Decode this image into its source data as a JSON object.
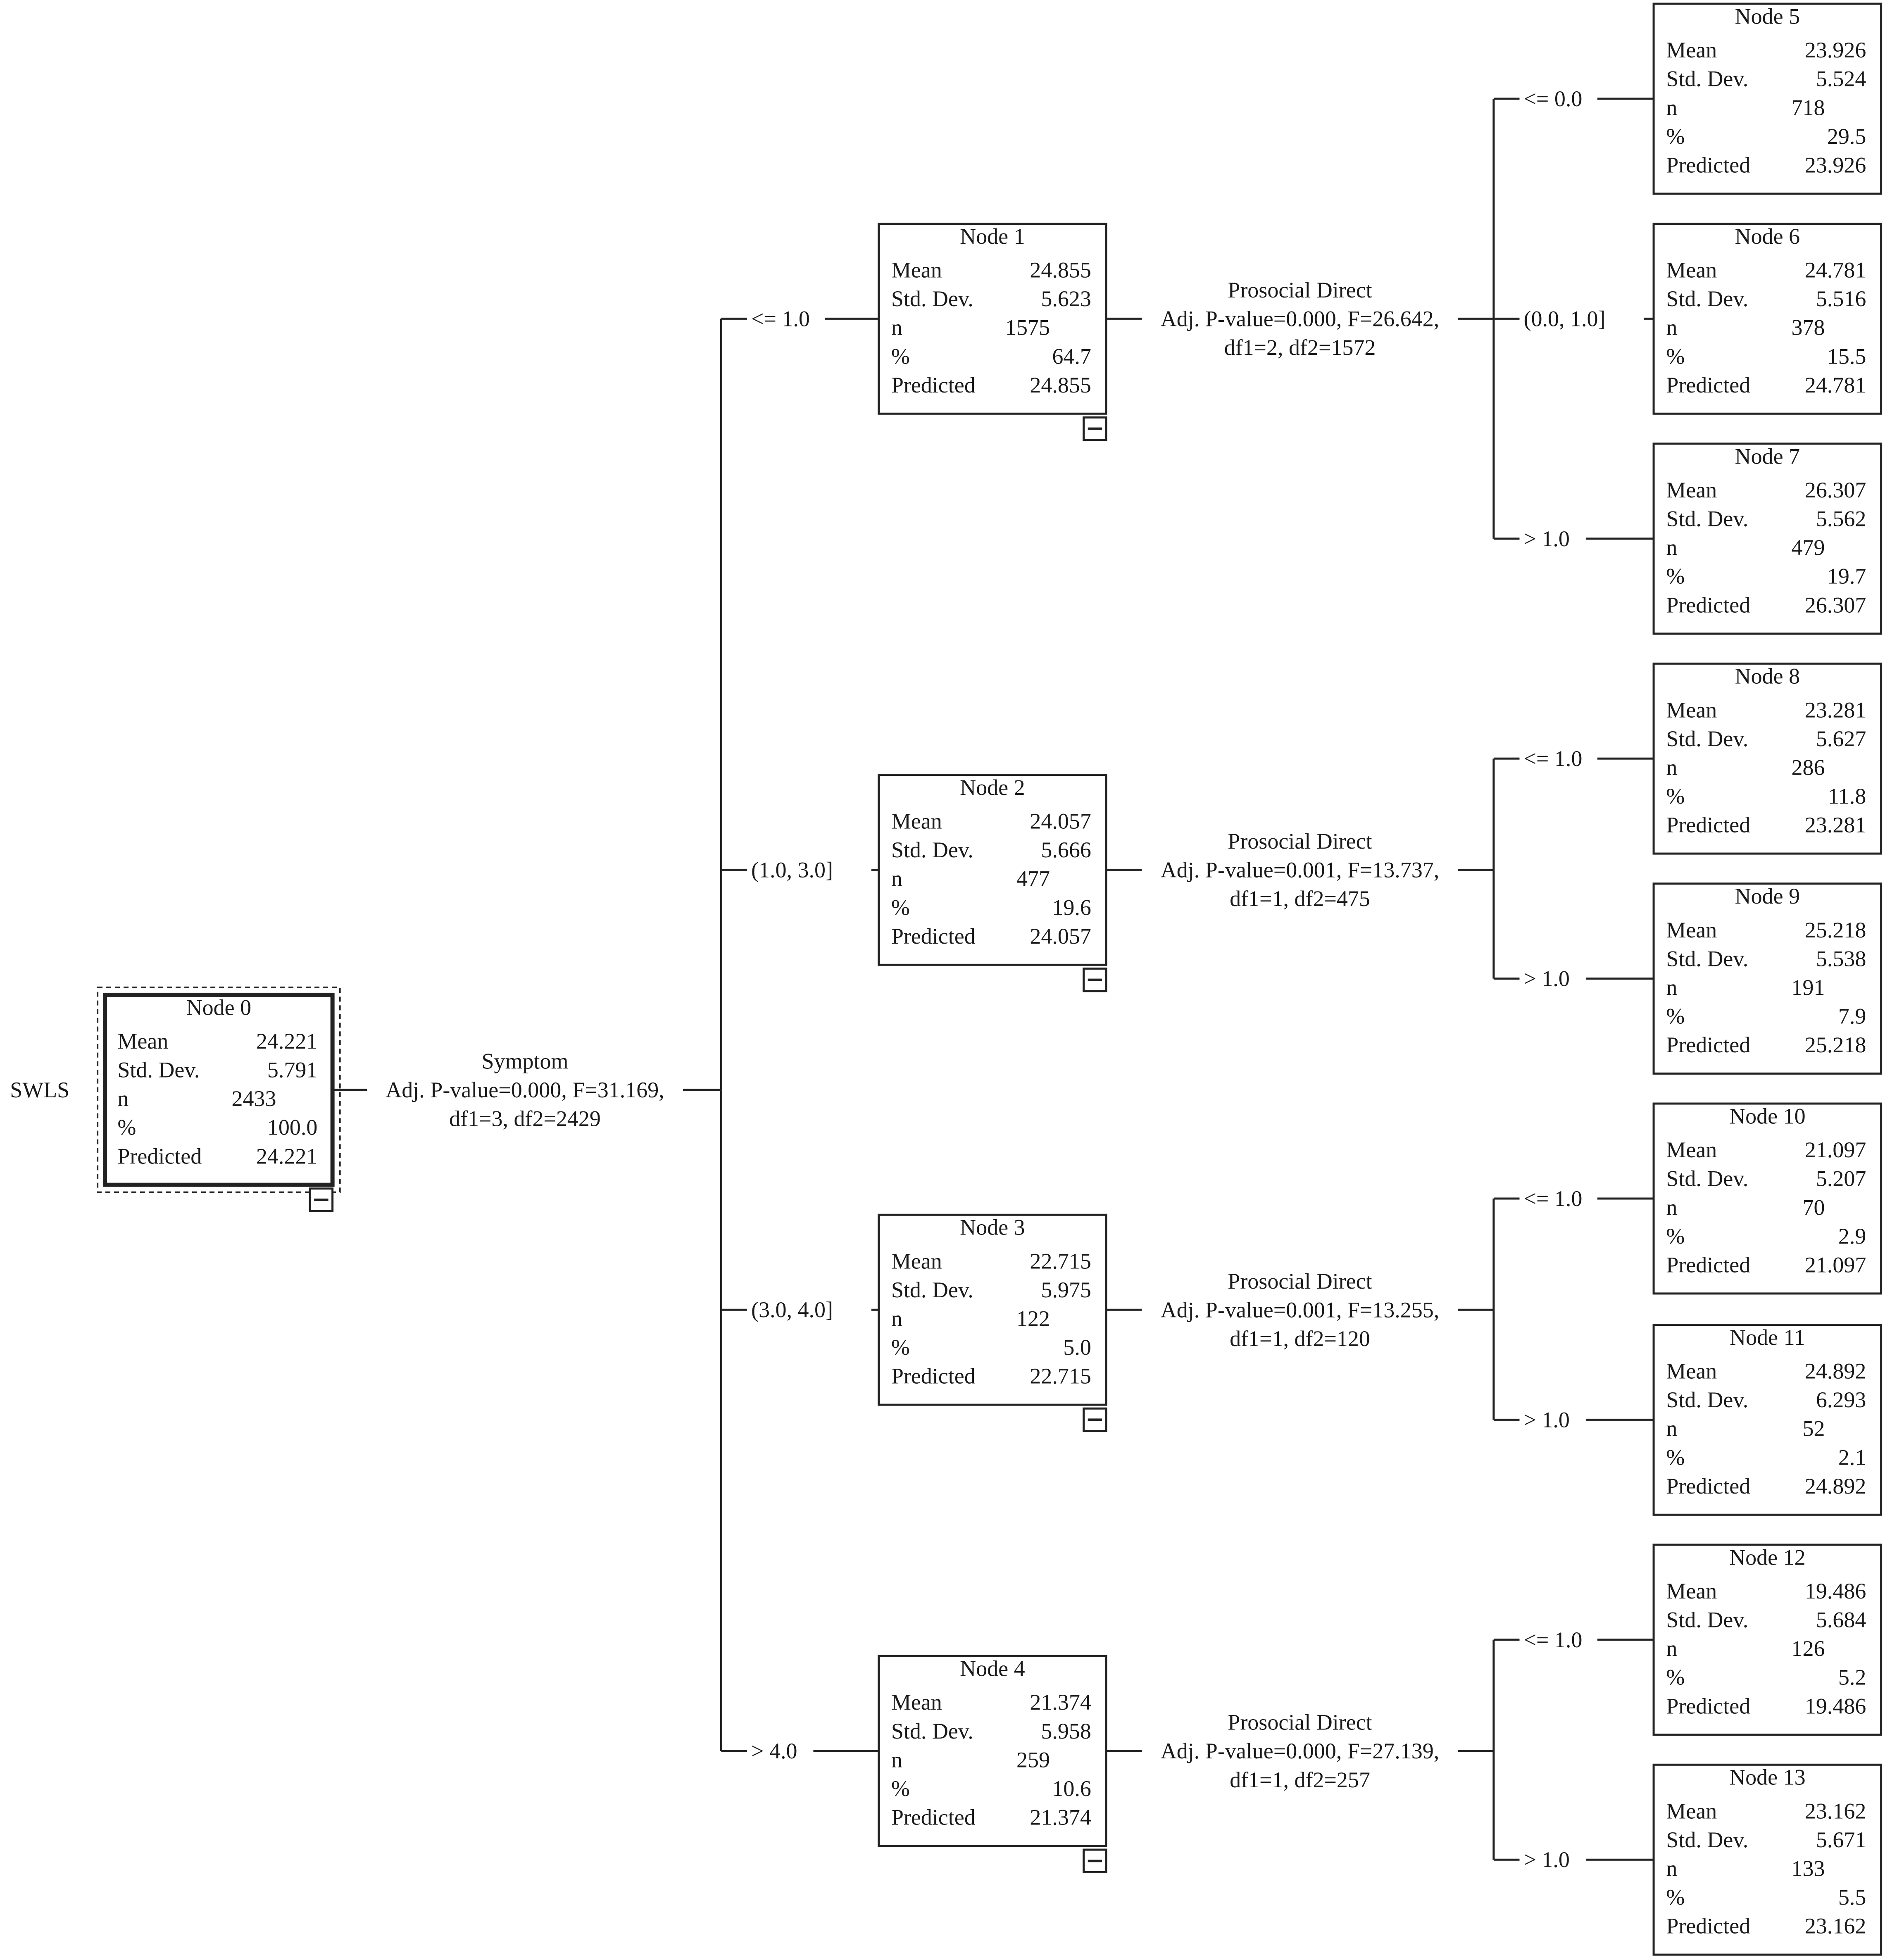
{
  "target": {
    "label": "SWLS"
  },
  "row_labels": {
    "mean": "Mean",
    "sd": "Std. Dev.",
    "n": "n",
    "pct": "%",
    "pred": "Predicted"
  },
  "collapse_glyph": "−",
  "splits": [
    {
      "id": "s0",
      "parent": "n0",
      "variable": "Symptom",
      "stat_line1": "Adj. P-value=0.000, F=31.169,",
      "stat_line2": "df1=3, df2=2429"
    },
    {
      "id": "s1",
      "parent": "n1",
      "variable": "Prosocial Direct",
      "stat_line1": "Adj. P-value=0.000, F=26.642,",
      "stat_line2": "df1=2, df2=1572"
    },
    {
      "id": "s2",
      "parent": "n2",
      "variable": "Prosocial Direct",
      "stat_line1": "Adj. P-value=0.001, F=13.737,",
      "stat_line2": "df1=1, df2=475"
    },
    {
      "id": "s3",
      "parent": "n3",
      "variable": "Prosocial Direct",
      "stat_line1": "Adj. P-value=0.001, F=13.255,",
      "stat_line2": "df1=1, df2=120"
    },
    {
      "id": "s4",
      "parent": "n4",
      "variable": "Prosocial Direct",
      "stat_line1": "Adj. P-value=0.000, F=27.139,",
      "stat_line2": "df1=1, df2=257"
    }
  ],
  "nodes": [
    {
      "id": "n0",
      "title": "Node 0",
      "mean": "24.221",
      "sd": "5.791",
      "n": "2433",
      "pct": "100.0",
      "pred": "24.221",
      "collapsible": true,
      "selected": true
    },
    {
      "id": "n1",
      "title": "Node 1",
      "parent_split": "s0",
      "edge": "<= 1.0",
      "mean": "24.855",
      "sd": "5.623",
      "n": "1575",
      "pct": "64.7",
      "pred": "24.855",
      "collapsible": true
    },
    {
      "id": "n2",
      "title": "Node 2",
      "parent_split": "s0",
      "edge": "(1.0, 3.0]",
      "mean": "24.057",
      "sd": "5.666",
      "n": "477",
      "pct": "19.6",
      "pred": "24.057",
      "collapsible": true
    },
    {
      "id": "n3",
      "title": "Node 3",
      "parent_split": "s0",
      "edge": "(3.0, 4.0]",
      "mean": "22.715",
      "sd": "5.975",
      "n": "122",
      "pct": "5.0",
      "pred": "22.715",
      "collapsible": true
    },
    {
      "id": "n4",
      "title": "Node 4",
      "parent_split": "s0",
      "edge": "> 4.0",
      "mean": "21.374",
      "sd": "5.958",
      "n": "259",
      "pct": "10.6",
      "pred": "21.374",
      "collapsible": true
    },
    {
      "id": "n5",
      "title": "Node 5",
      "parent_split": "s1",
      "edge": "<= 0.0",
      "mean": "23.926",
      "sd": "5.524",
      "n": "718",
      "pct": "29.5",
      "pred": "23.926"
    },
    {
      "id": "n6",
      "title": "Node 6",
      "parent_split": "s1",
      "edge": "(0.0, 1.0]",
      "mean": "24.781",
      "sd": "5.516",
      "n": "378",
      "pct": "15.5",
      "pred": "24.781"
    },
    {
      "id": "n7",
      "title": "Node 7",
      "parent_split": "s1",
      "edge": "> 1.0",
      "mean": "26.307",
      "sd": "5.562",
      "n": "479",
      "pct": "19.7",
      "pred": "26.307"
    },
    {
      "id": "n8",
      "title": "Node 8",
      "parent_split": "s2",
      "edge": "<= 1.0",
      "mean": "23.281",
      "sd": "5.627",
      "n": "286",
      "pct": "11.8",
      "pred": "23.281"
    },
    {
      "id": "n9",
      "title": "Node 9",
      "parent_split": "s2",
      "edge": "> 1.0",
      "mean": "25.218",
      "sd": "5.538",
      "n": "191",
      "pct": "7.9",
      "pred": "25.218"
    },
    {
      "id": "n10",
      "title": "Node 10",
      "parent_split": "s3",
      "edge": "<= 1.0",
      "mean": "21.097",
      "sd": "5.207",
      "n": "70",
      "pct": "2.9",
      "pred": "21.097"
    },
    {
      "id": "n11",
      "title": "Node 11",
      "parent_split": "s3",
      "edge": "> 1.0",
      "mean": "24.892",
      "sd": "6.293",
      "n": "52",
      "pct": "2.1",
      "pred": "24.892"
    },
    {
      "id": "n12",
      "title": "Node 12",
      "parent_split": "s4",
      "edge": "<= 1.0",
      "mean": "19.486",
      "sd": "5.684",
      "n": "126",
      "pct": "5.2",
      "pred": "19.486"
    },
    {
      "id": "n13",
      "title": "Node 13",
      "parent_split": "s4",
      "edge": "> 1.0",
      "mean": "23.162",
      "sd": "5.671",
      "n": "133",
      "pct": "5.5",
      "pred": "23.162"
    }
  ]
}
